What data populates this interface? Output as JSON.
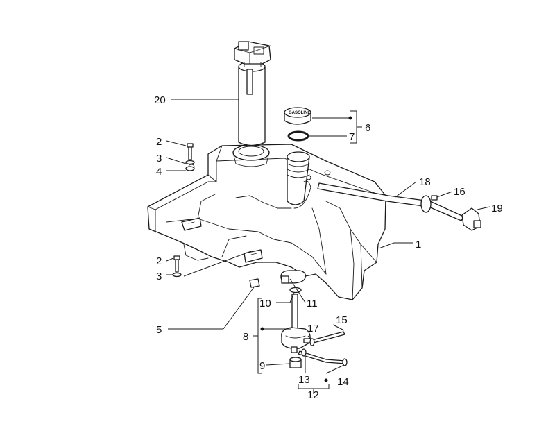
{
  "callouts": {
    "c1": "1",
    "c2a": "2",
    "c2b": "2",
    "c3a": "3",
    "c3b": "3",
    "c4": "4",
    "c5": "5",
    "c6": "6",
    "c7": "7",
    "c8": "8",
    "c9": "9",
    "c10": "10",
    "c11": "11",
    "c12": "12",
    "c13": "13",
    "c14": "14",
    "c15": "15",
    "c16": "16",
    "c17": "17",
    "c18": "18",
    "c19": "19",
    "c20": "20"
  },
  "cap_label": "GASOLINE",
  "colors": {
    "line": "#1a1a1a",
    "background": "#ffffff"
  }
}
